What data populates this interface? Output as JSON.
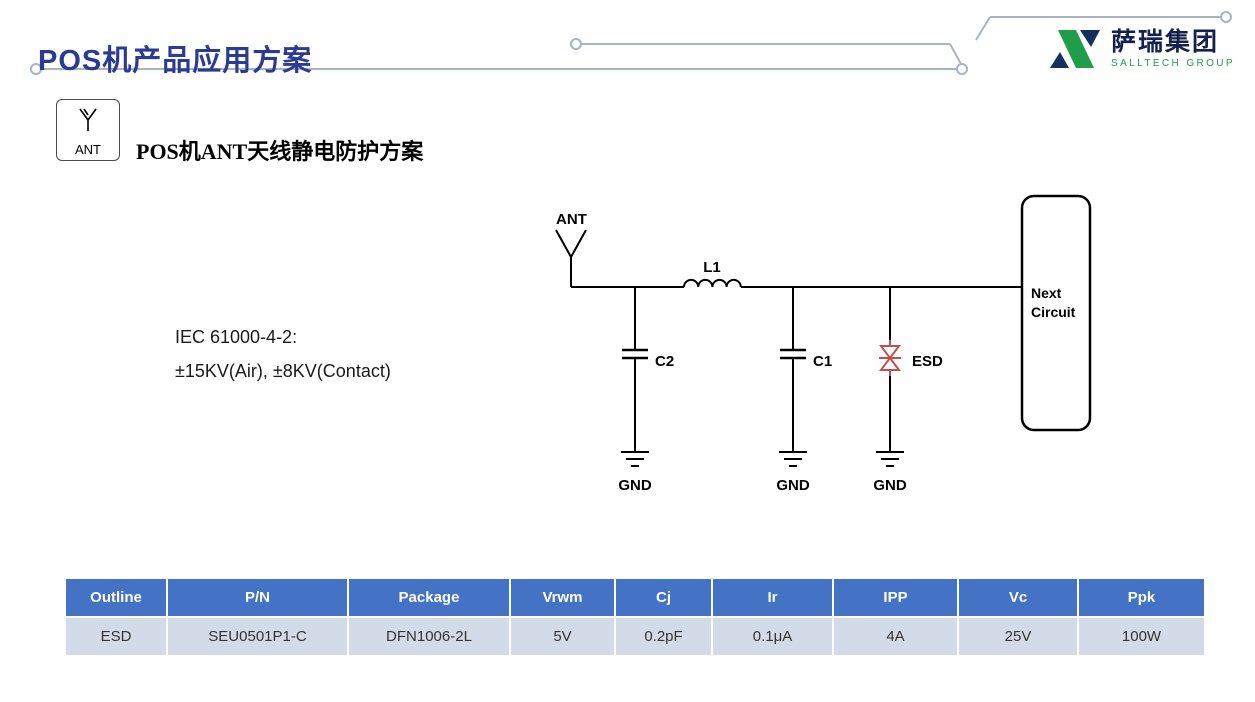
{
  "page": {
    "title": "POS机产品应用方案",
    "section_title": "POS机ANT天线静电防护方案",
    "ant_icon_label": "ANT"
  },
  "logo": {
    "name": "萨瑞集团",
    "subtitle": "SALLTECH GROUP"
  },
  "diagram": {
    "ant_label": "ANT",
    "inductor_label": "L1",
    "cap2_label": "C2",
    "cap1_label": "C1",
    "esd_label": "ESD",
    "next_circuit": {
      "line1": "Next",
      "line2": "Circuit"
    },
    "gnd_labels": [
      "GND",
      "GND",
      "GND"
    ],
    "iec_standard": {
      "line1": "IEC 61000-4-2:",
      "line2": "±15KV(Air), ±8KV(Contact)"
    }
  },
  "table": {
    "headers": [
      "Outline",
      "P/N",
      "Package",
      "Vrwm",
      "Cj",
      "Ir",
      "IPP",
      "Vc",
      "Ppk"
    ],
    "rows": [
      [
        "ESD",
        "SEU0501P1-C",
        "DFN1006-2L",
        "5V",
        "0.2pF",
        "0.1μA",
        "4A",
        "25V",
        "100W"
      ]
    ]
  },
  "colors": {
    "title": "#2B3A94",
    "table_header_bg": "#4472C4",
    "table_row_bg": "#D3DAE8",
    "esd_symbol": "#C0504D",
    "logo_green": "#1F9D4B",
    "logo_navy": "#16305E",
    "decoration": "#A6B4C6"
  }
}
